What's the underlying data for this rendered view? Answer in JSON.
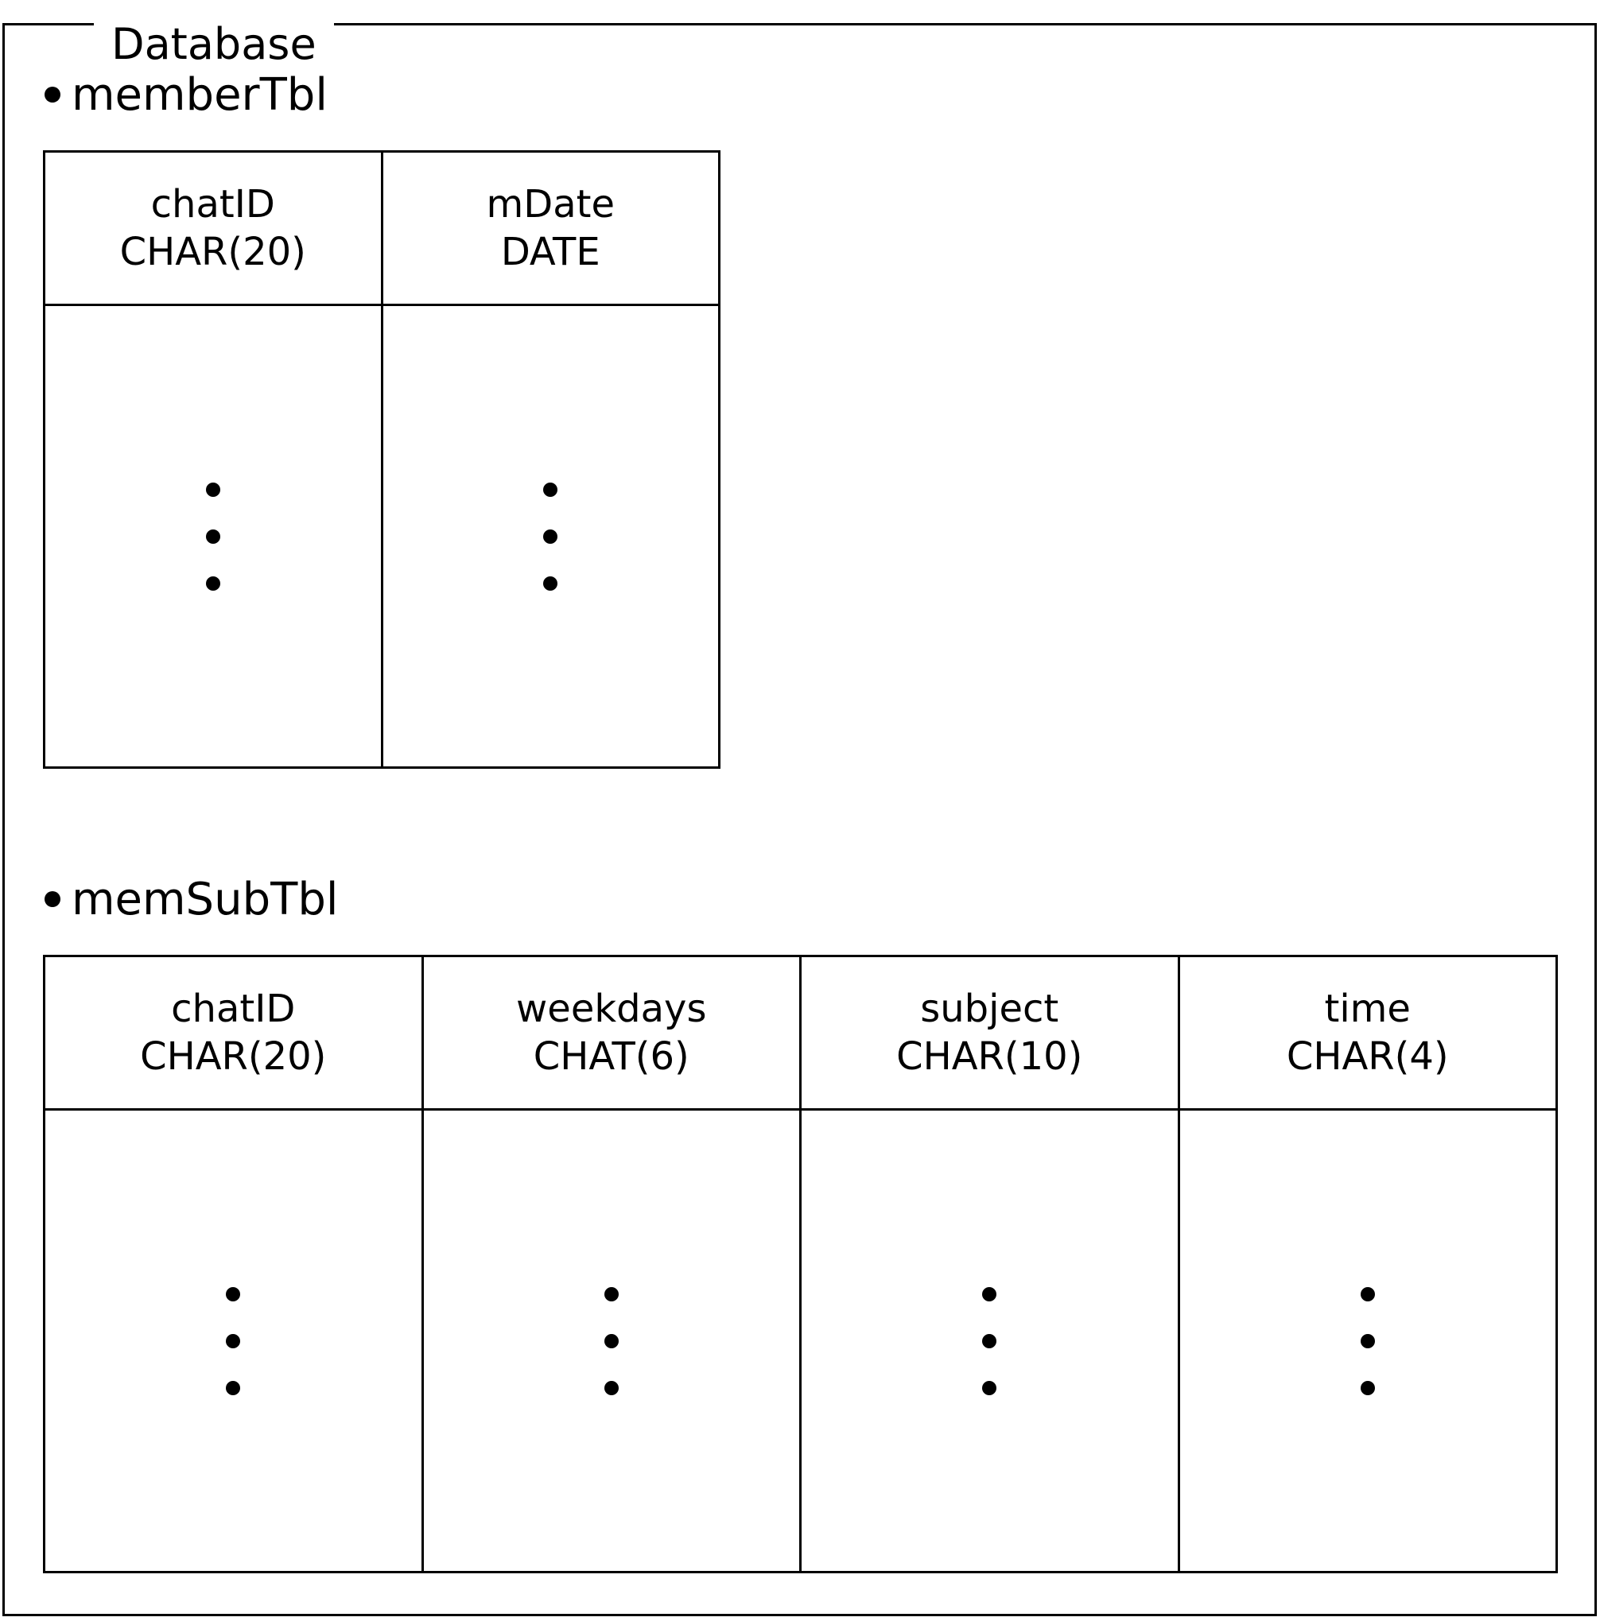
{
  "database": {
    "title": "Database",
    "tables": [
      {
        "name": "memberTbl",
        "columns": [
          {
            "name": "chatID",
            "type": "CHAR(20)"
          },
          {
            "name": "mDate",
            "type": "DATE"
          }
        ]
      },
      {
        "name": "memSubTbl",
        "columns": [
          {
            "name": "chatID",
            "type": "CHAR(20)"
          },
          {
            "name": "weekdays",
            "type": "CHAT(6)"
          },
          {
            "name": "subject",
            "type": "CHAR(10)"
          },
          {
            "name": "time",
            "type": "CHAR(4)"
          }
        ]
      }
    ]
  }
}
